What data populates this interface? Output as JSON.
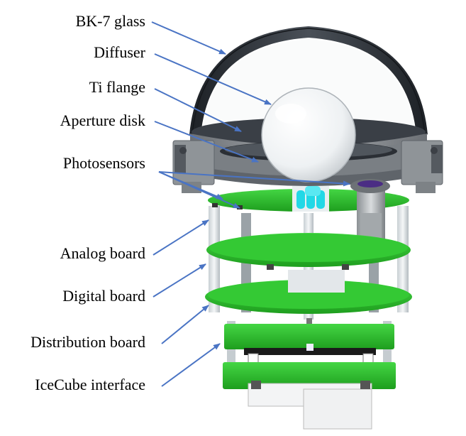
{
  "labels": {
    "bk7_glass": "BK-7 glass",
    "diffuser": "Diffuser",
    "ti_flange": "Ti flange",
    "aperture_disk": "Aperture disk",
    "photosensors": "Photosensors",
    "analog_board": "Analog board",
    "digital_board": "Digital board",
    "distribution_board": "Distribution board",
    "icecube_interface": "IceCube interface"
  },
  "colors": {
    "arrow": "#4a74c4",
    "pcb_green": "#2fc12f",
    "glass_band": "#33383f",
    "flange_gray": "#8e9296",
    "diffuser_white": "#f4f6f7",
    "sensor_cyan": "#22d8e6"
  }
}
